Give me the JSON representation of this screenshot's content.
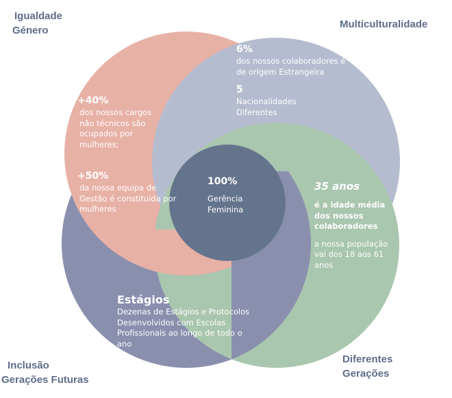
{
  "colors": {
    "pink": "#e8b1a6",
    "gray": "#b5bccf",
    "green": "#a9c6ae",
    "purple": "#8a8fae",
    "center": "#65748d",
    "label": "#5d6d8a"
  },
  "labels": {
    "gender_line1": "Igualdade",
    "gender_line2": "Género",
    "multi": "Multiculturalidade",
    "inclusion_line1": "Inclusão",
    "inclusion_line2": "Gerações Futuras",
    "generations_line1": "Diferentes",
    "generations_line2": "Gerações"
  },
  "gender": {
    "stat1": "+40%",
    "text1": "dos nossos cargos não técnicos são ocupados por mulheres;",
    "stat2": "+50%",
    "text2": "da nossa equipa de Gestão é constituída por mulheres"
  },
  "multi": {
    "stat1": "6%",
    "text1": "dos nossos colaboradores é de origem Estrangeira",
    "stat2": "5",
    "text2": "Nacionalidades Diferentes"
  },
  "center": {
    "stat": "100%",
    "text": "Gerência Feminina"
  },
  "generations": {
    "stat": "35 anos",
    "text1": "é a idade média dos nossos colaboradores",
    "text2": "a nossa população vai dos 18 aos 61 anos"
  },
  "inclusion": {
    "title": "Estágios",
    "text": "Dezenas de Estágios e Protocolos Desenvolvidos com Escolas Profissionais ao longo de todo o ano"
  }
}
